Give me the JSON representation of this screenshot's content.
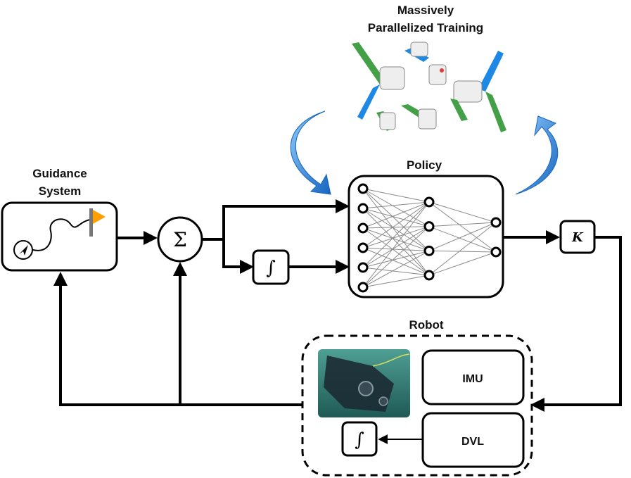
{
  "training": {
    "line1": "Massively",
    "line2": "Parallelized Training"
  },
  "guidance": {
    "line1": "Guidance",
    "line2": "System"
  },
  "policy": {
    "title": "Policy",
    "layers": [
      6,
      4,
      2
    ]
  },
  "robot": {
    "title": "Robot",
    "imu": "IMU",
    "dvl": "DVL"
  },
  "symbols": {
    "sum": "Σ",
    "integral": "∫",
    "gain": "K"
  },
  "colors": {
    "arrow_blue": "#1e88e5",
    "flag": "#ffa000",
    "water": "#2f7f78"
  },
  "icons": [
    "compass-icon",
    "flag-icon",
    "curved-arrow-icon",
    "robot-photo",
    "simulation-robots-image"
  ]
}
